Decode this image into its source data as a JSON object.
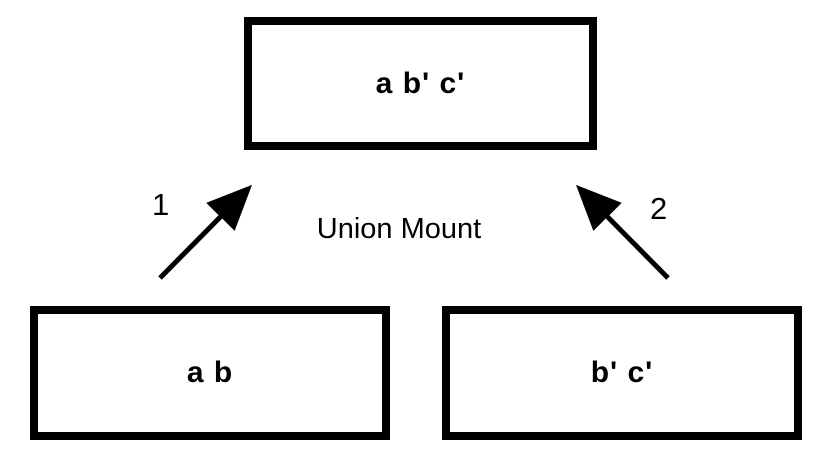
{
  "diagram": {
    "caption": "Union Mount",
    "nodes": {
      "top": {
        "label": "a b' c'"
      },
      "bottom_left": {
        "label": "a b"
      },
      "bottom_right": {
        "label": "b' c'"
      }
    },
    "edges": [
      {
        "label": "1",
        "from": "bottom_left",
        "to": "top"
      },
      {
        "label": "2",
        "from": "bottom_right",
        "to": "top"
      }
    ],
    "colors": {
      "line": "#000000",
      "border": "#000000",
      "background": "#ffffff",
      "text": "#000000"
    }
  }
}
